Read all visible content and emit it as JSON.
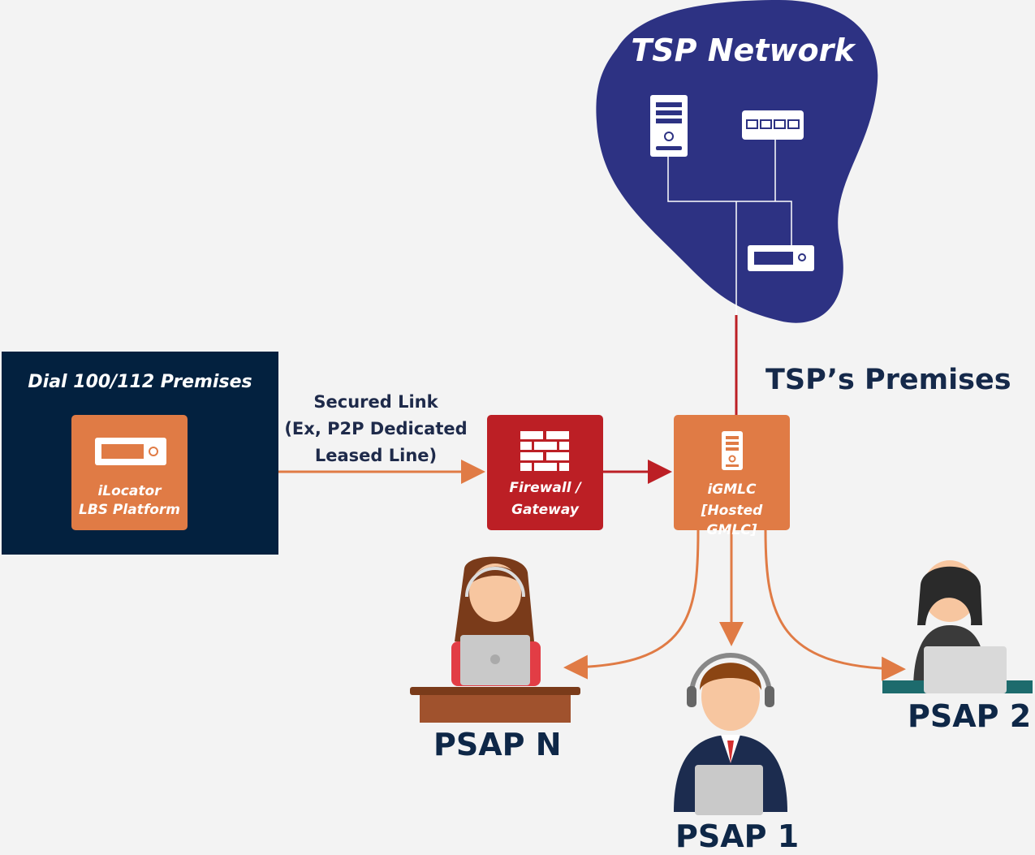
{
  "diagram": {
    "dial_premises_title": "Dial 100/112 Premises",
    "ilocator": {
      "line1": "iLocator",
      "line2": "LBS Platform"
    },
    "link_label": {
      "line1": "Secured Link",
      "line2": "(Ex, P2P Dedicated",
      "line3": "Leased Line)"
    },
    "firewall": {
      "line1": "Firewall /",
      "line2": "Gateway"
    },
    "igmlc": {
      "line1": "iGMLC",
      "line2": "[Hosted GMLC]"
    },
    "tsp_network_title": "TSP Network",
    "tsp_premises_title": "TSP’s Premises",
    "psap_n": "PSAP N",
    "psap_1": "PSAP 1",
    "psap_2": "PSAP 2"
  },
  "colors": {
    "background": "#f3f3f3",
    "dial_premises": "#03213f",
    "orange": "#e07b45",
    "red": "#bc1f25",
    "tsp_cloud": "#2d3283"
  },
  "icons": [
    "server-icon",
    "switch-icon",
    "rack-icon",
    "firewall-icon",
    "operator-icon",
    "laptop-icon"
  ]
}
